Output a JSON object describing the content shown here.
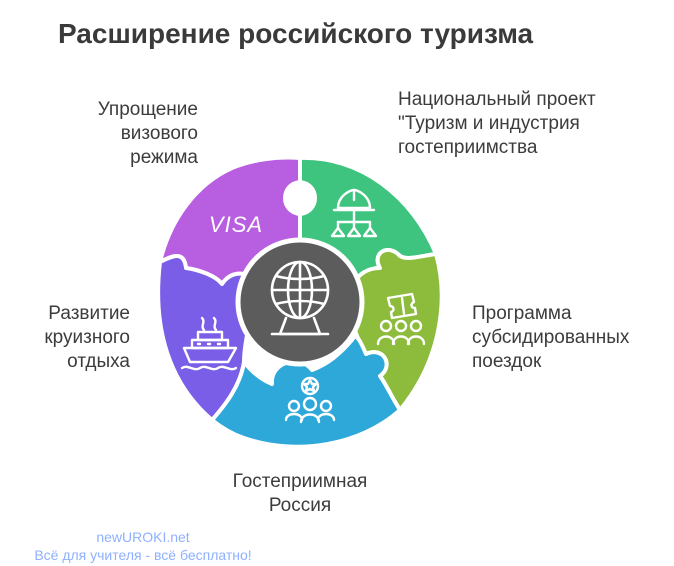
{
  "title": "Расширение российского туризма",
  "segments": [
    {
      "id": "visa",
      "lines": [
        "Упрощение",
        "визового",
        "режима"
      ],
      "color": "#b85ee0",
      "icon": "visa-card-icon",
      "icon_text": "VISA"
    },
    {
      "id": "national-project",
      "lines": [
        "Национальный проект",
        "\"Туризм и индустрия",
        "гостеприимства"
      ],
      "color": "#3ec47f",
      "icon": "hierarchy-hardhat-icon"
    },
    {
      "id": "subsidized-trips",
      "lines": [
        "Программа",
        "субсидированных",
        "поездок"
      ],
      "color": "#8dbb3c",
      "icon": "ticket-people-icon"
    },
    {
      "id": "hospitable-russia",
      "lines": [
        "Гостеприимная",
        "Россия"
      ],
      "color": "#2ea8d8",
      "icon": "people-star-icon"
    },
    {
      "id": "cruise",
      "lines": [
        "Развитие",
        "круизного",
        "отдыха"
      ],
      "color": "#7a5ee8",
      "icon": "cruise-ship-icon"
    }
  ],
  "center": {
    "icon": "globe-icon",
    "color": "#5c5c5c"
  },
  "watermark": {
    "line1": "newUROKI.net",
    "line2": "Всё для учителя - всё бесплатно!"
  }
}
